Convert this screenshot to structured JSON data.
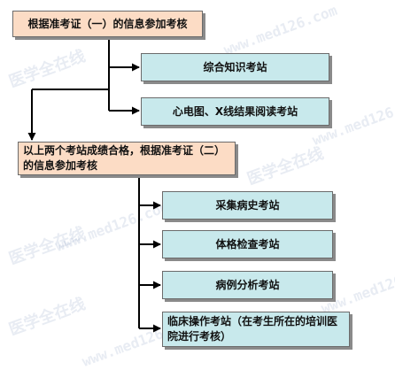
{
  "nodes": {
    "root": "根据准考证（一）的信息参加考核",
    "station_comprehensive": "综合知识考站",
    "station_ecg": "心电图、X线结果阅读考站",
    "second_stage": "以上两个考站成绩合格，根据准考证（二）的信息参加考核",
    "station_history": "采集病史考站",
    "station_physical": "体格检查考站",
    "station_case": "病例分析考站",
    "station_clinical": "临床操作考站（在考生所在的培训医院进行考核）"
  },
  "watermarks": {
    "cn": "医学全在线",
    "en": "www.med126.com"
  },
  "colors": {
    "stage_fill": "#fcdcc5",
    "station_fill": "#c8e9ec",
    "connector": "#000000"
  }
}
